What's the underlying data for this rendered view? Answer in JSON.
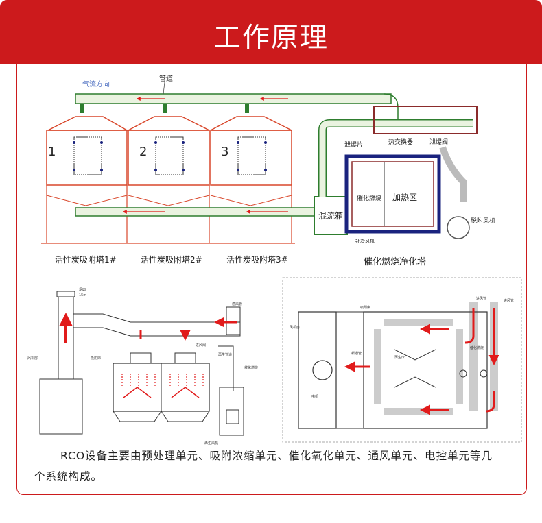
{
  "header": {
    "title": "工作原理"
  },
  "top_diagram": {
    "airflow_label": "气流方向",
    "pipe_label": "管道",
    "tower_numbers": [
      "1",
      "2",
      "3"
    ],
    "tower_labels": [
      "活性炭吸附塔1#",
      "活性炭吸附塔2#",
      "活性炭吸附塔3#"
    ],
    "mixing_box_label": "混流箱",
    "explosion_vent_label": "泄爆片",
    "heat_exchanger_label": "热交换器",
    "explosion_valve_label": "泄爆阀",
    "catalytic_label": "催化燃烧",
    "heating_zone_label": "加热区",
    "fan_label": "脱附风机",
    "cooling_fan_label": "补冷风机",
    "purifier_label": "催化燃烧净化塔"
  },
  "bottom_left_diagram": {
    "chimney_label": "烟囱",
    "chimney_height": "15m",
    "inlet_pipe_label": "进风管",
    "outlet_valve_label": "进风阀",
    "adsorption_bed_label": "吸附床",
    "regen_pipe_label": "再生管道",
    "catalytic_label": "催化燃烧",
    "fan_box_label": "风机房",
    "regen_fan_label": "再生风机"
  },
  "bottom_right_diagram": {
    "inlet_pipe_left": "进风管",
    "inlet_pipe_right": "进风管",
    "adsorption_bed_label": "吸附床",
    "fan_box_label": "风机房",
    "fresh_air_pipe_label": "新通管",
    "regen_bed_label": "再生床",
    "catalytic_label": "催化燃烧",
    "motor_label": "电机"
  },
  "caption": "RCO设备主要由预处理单元、吸附浓缩单元、催化氧化单元、通风单元、电控单元等几个系统构成。",
  "colors": {
    "header": "#cc1a1c",
    "frame": "#cc1a1c",
    "pipe": "#2e7d2e",
    "structure": "#d9472b",
    "arrow": "#e11b1b",
    "dark_box": "#1a237e"
  }
}
